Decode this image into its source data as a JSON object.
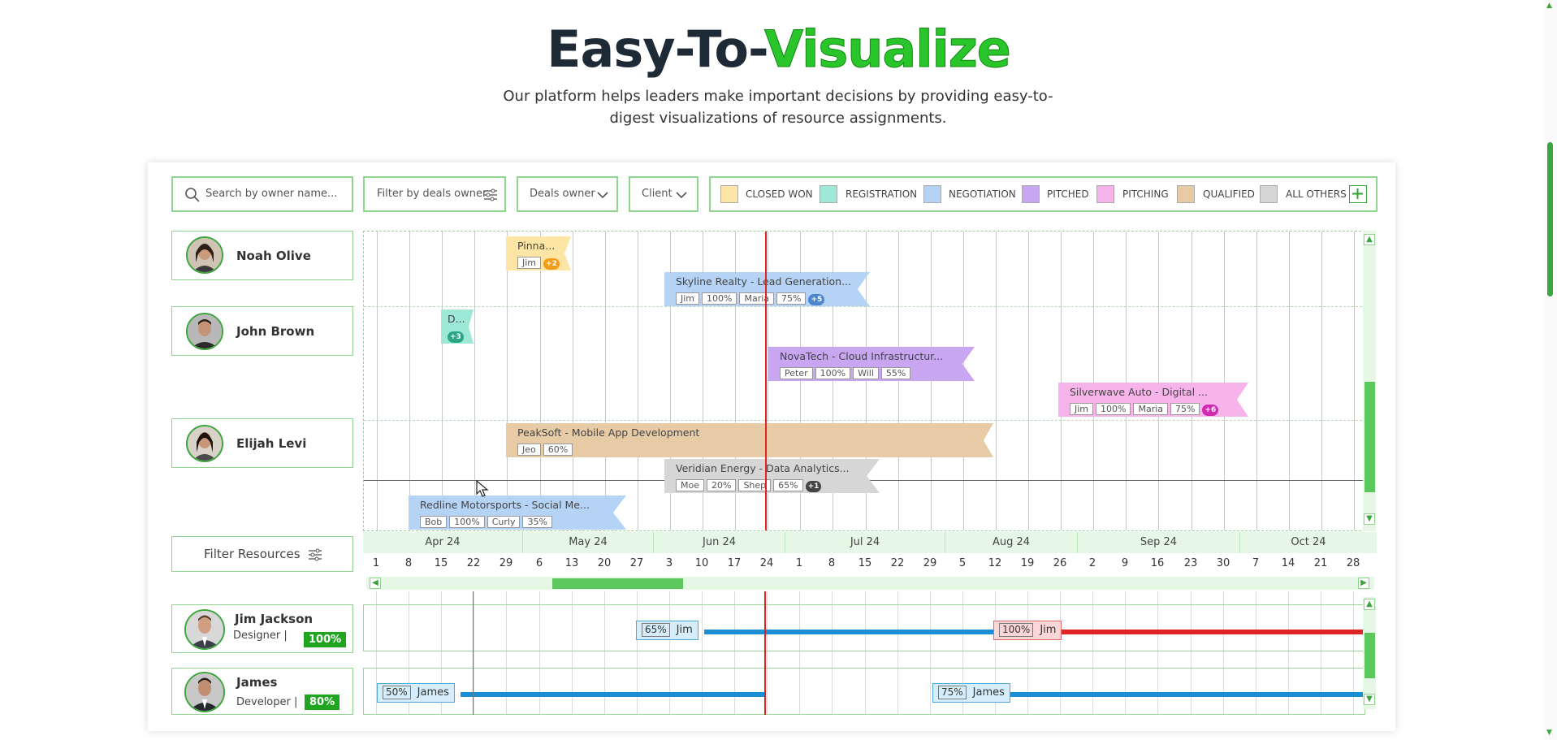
{
  "heading": {
    "prefix": "Easy-To-",
    "accent": "Visualize"
  },
  "subtitle": "Our platform helps leaders make important decisions by providing easy-to-digest visualizations of resource assignments.",
  "toolbar": {
    "search_placeholder": "Search by owner name...",
    "filter_deals_label": "Filter by deals owner",
    "deals_owner_label": "Deals owner",
    "client_label": "Client"
  },
  "legend": [
    {
      "label": "CLOSED WON",
      "color": "#fde5a6"
    },
    {
      "label": "REGISTRATION",
      "color": "#9ee9d6"
    },
    {
      "label": "NEGOTIATION",
      "color": "#b5d3f5"
    },
    {
      "label": "PITCHED",
      "color": "#c9a6f2"
    },
    {
      "label": "PITCHING",
      "color": "#f7b4ea"
    },
    {
      "label": "QUALIFIED",
      "color": "#e6cba6"
    },
    {
      "label": "ALL OTHERS",
      "color": "#d6d6d6"
    }
  ],
  "owners": [
    {
      "name": "Noah Olive"
    },
    {
      "name": "John Brown"
    },
    {
      "name": "Elijah Levi"
    }
  ],
  "deals": {
    "pinna": {
      "title": "Pinna...",
      "tags": [
        "Jim"
      ],
      "plus": "+2"
    },
    "skyline": {
      "title": "Skyline Realty - Lead Generation...",
      "tags": [
        "Jim",
        "100%",
        "Maria",
        "75%"
      ],
      "plus": "+5"
    },
    "d": {
      "title": "D...",
      "plus": "+3"
    },
    "novatech": {
      "title": "NovaTech - Cloud Infrastructur...",
      "tags": [
        "Peter",
        "100%",
        "Will",
        "55%"
      ]
    },
    "silverwave": {
      "title": "Silverwave Auto - Digital ...",
      "tags": [
        "Jim",
        "100%",
        "Maria",
        "75%"
      ],
      "plus": "+6"
    },
    "peaksoft": {
      "title": "PeakSoft - Mobile App Development",
      "tags": [
        "Jeo",
        "60%"
      ]
    },
    "veridian": {
      "title": "Veridian Energy - Data Analytics...",
      "tags": [
        "Moe",
        "20%",
        "Shep",
        "65%"
      ],
      "plus": "+1"
    },
    "redline": {
      "title": "Redline Motorsports - Social Me...",
      "tags": [
        "Bob",
        "100%",
        "Curly",
        "35%"
      ]
    }
  },
  "filter_resources_label": "Filter Resources",
  "months": [
    "Apr 24",
    "May 24",
    "Jun 24",
    "Jul 24",
    "Aug 24",
    "Sep 24",
    "Oct 24"
  ],
  "days": [
    "1",
    "8",
    "15",
    "22",
    "29",
    "6",
    "13",
    "20",
    "27",
    "3",
    "10",
    "17",
    "24",
    "1",
    "8",
    "15",
    "22",
    "29",
    "5",
    "12",
    "19",
    "26",
    "2",
    "9",
    "16",
    "23",
    "30",
    "7",
    "14",
    "21",
    "28"
  ],
  "resources": [
    {
      "name": "Jim Jackson",
      "role": "Designer |",
      "badge": "100%",
      "assignments": [
        {
          "pct": "65%",
          "who": "Jim"
        },
        {
          "pct": "100%",
          "who": "Jim"
        }
      ]
    },
    {
      "name": "James",
      "role": "Developer |",
      "badge": "80%",
      "assignments": [
        {
          "pct": "50%",
          "who": "James"
        },
        {
          "pct": "75%",
          "who": "James"
        }
      ]
    }
  ]
}
